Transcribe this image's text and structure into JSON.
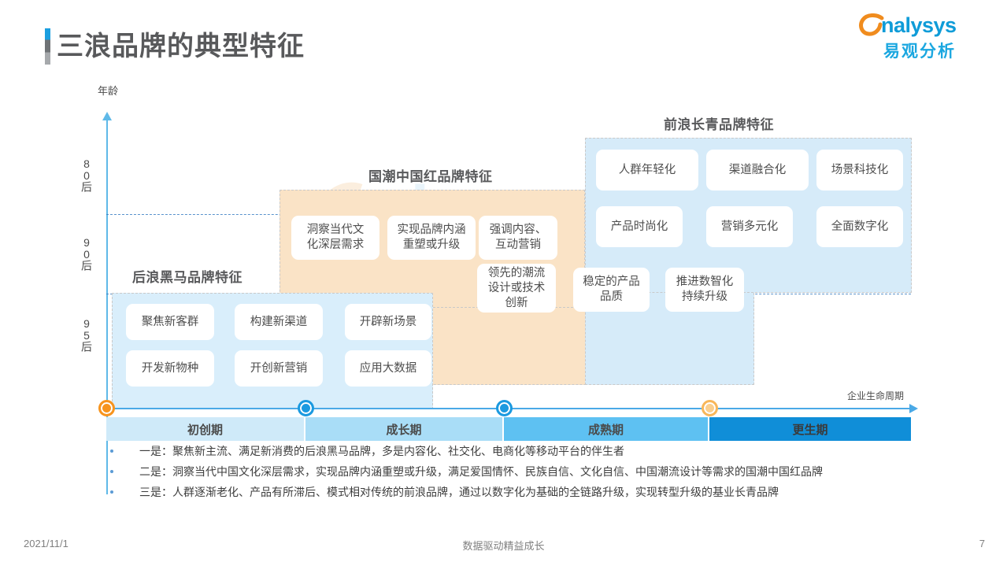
{
  "header": {
    "title": "三浪品牌的典型特征",
    "logo_word": "nalysys",
    "logo_cn": "易观分析",
    "logo_swoosh_color": "#f08c1e",
    "logo_text_color": "#0f9cd8"
  },
  "watermark": {
    "word": "nalysys",
    "cn": "易观分析"
  },
  "axes": {
    "y_label": "年龄",
    "y_ticks": [
      "80后",
      "90后",
      "95后"
    ],
    "x_label": "企业生命周期"
  },
  "chart_data": {
    "type": "diagram",
    "title": "三浪品牌的典型特征",
    "xlabel": "企业生命周期",
    "ylabel": "年龄",
    "y_ticks": [
      "80后",
      "90后",
      "95后"
    ],
    "x_stages": [
      "初创期",
      "成长期",
      "成熟期",
      "更生期"
    ],
    "groups": [
      {
        "name": "前浪长青品牌特征",
        "color": "#d6ebf9",
        "age_band": "80后",
        "stage_span": [
          "成熟期",
          "更生期"
        ],
        "items": [
          "人群年轻化",
          "渠道融合化",
          "场景科技化",
          "产品时尚化",
          "营销多元化",
          "全面数字化",
          "稳定的产品品质",
          "推进数智化持续升级"
        ]
      },
      {
        "name": "国潮中国红品牌特征",
        "color": "#fae3c6",
        "age_band": "90后",
        "stage_span": [
          "成长期",
          "成熟期"
        ],
        "items": [
          "洞察当代文化深层需求",
          "实现品牌内涵重塑或升级",
          "强调内容、互动营销",
          "领先的潮流设计或技术创新"
        ]
      },
      {
        "name": "后浪黑马品牌特征",
        "color": "#d9eefb",
        "age_band": "95后",
        "stage_span": [
          "初创期",
          "成长期"
        ],
        "items": [
          "聚焦新客群",
          "构建新渠道",
          "开辟新场景",
          "开发新物种",
          "开创新营销",
          "应用大数据"
        ]
      }
    ]
  },
  "panels": {
    "front_wave": {
      "title": "前浪长青品牌特征",
      "chips": [
        "人群年轻化",
        "渠道融合化",
        "场景科技化",
        "产品时尚化",
        "营销多元化",
        "全面数字化"
      ],
      "extra_chips": [
        "稳定的产品\n品质",
        "推进数智化\n持续升级"
      ]
    },
    "guochao": {
      "title": "国潮中国红品牌特征",
      "chips": [
        "洞察当代文\n化深层需求",
        "实现品牌内涵\n重塑或升级",
        "强调内容、\n互动营销",
        "领先的潮流\n设计或技术\n创新"
      ]
    },
    "back_wave": {
      "title": "后浪黑马品牌特征",
      "chips": [
        "聚焦新客群",
        "构建新渠道",
        "开辟新场景",
        "开发新物种",
        "开创新营销",
        "应用大数据"
      ]
    }
  },
  "timeline": {
    "stages": [
      {
        "label": "初创期",
        "color": "#cfeaf9"
      },
      {
        "label": "成长期",
        "color": "#a9ddf7"
      },
      {
        "label": "成熟期",
        "color": "#5ec1f2"
      },
      {
        "label": "更生期",
        "color": "#108ed8"
      }
    ],
    "markers": [
      {
        "fill": "#f7941e",
        "ring": "#f7941e"
      },
      {
        "fill": "#1b9ae0",
        "ring": "#1b9ae0"
      },
      {
        "fill": "#1b9ae0",
        "ring": "#1b9ae0"
      },
      {
        "fill": "#fbcf8e",
        "ring": "#f8b75a"
      }
    ]
  },
  "bullets": [
    "一是：聚焦新主流、满足新消费的后浪黑马品牌，多是内容化、社交化、电商化等移动平台的伴生者",
    "二是：洞察当代中国文化深层需求，实现品牌内涵重塑或升级，满足爱国情怀、民族自信、文化自信、中国潮流设计等需求的国潮中国红品牌",
    "三是：人群逐渐老化、产品有所滞后、模式相对传统的前浪品牌，通过以数字化为基础的全链路升级，实现转型升级的基业长青品牌"
  ],
  "footer": {
    "date": "2021/11/1",
    "center": "数据驱动精益成长",
    "page": "7"
  }
}
